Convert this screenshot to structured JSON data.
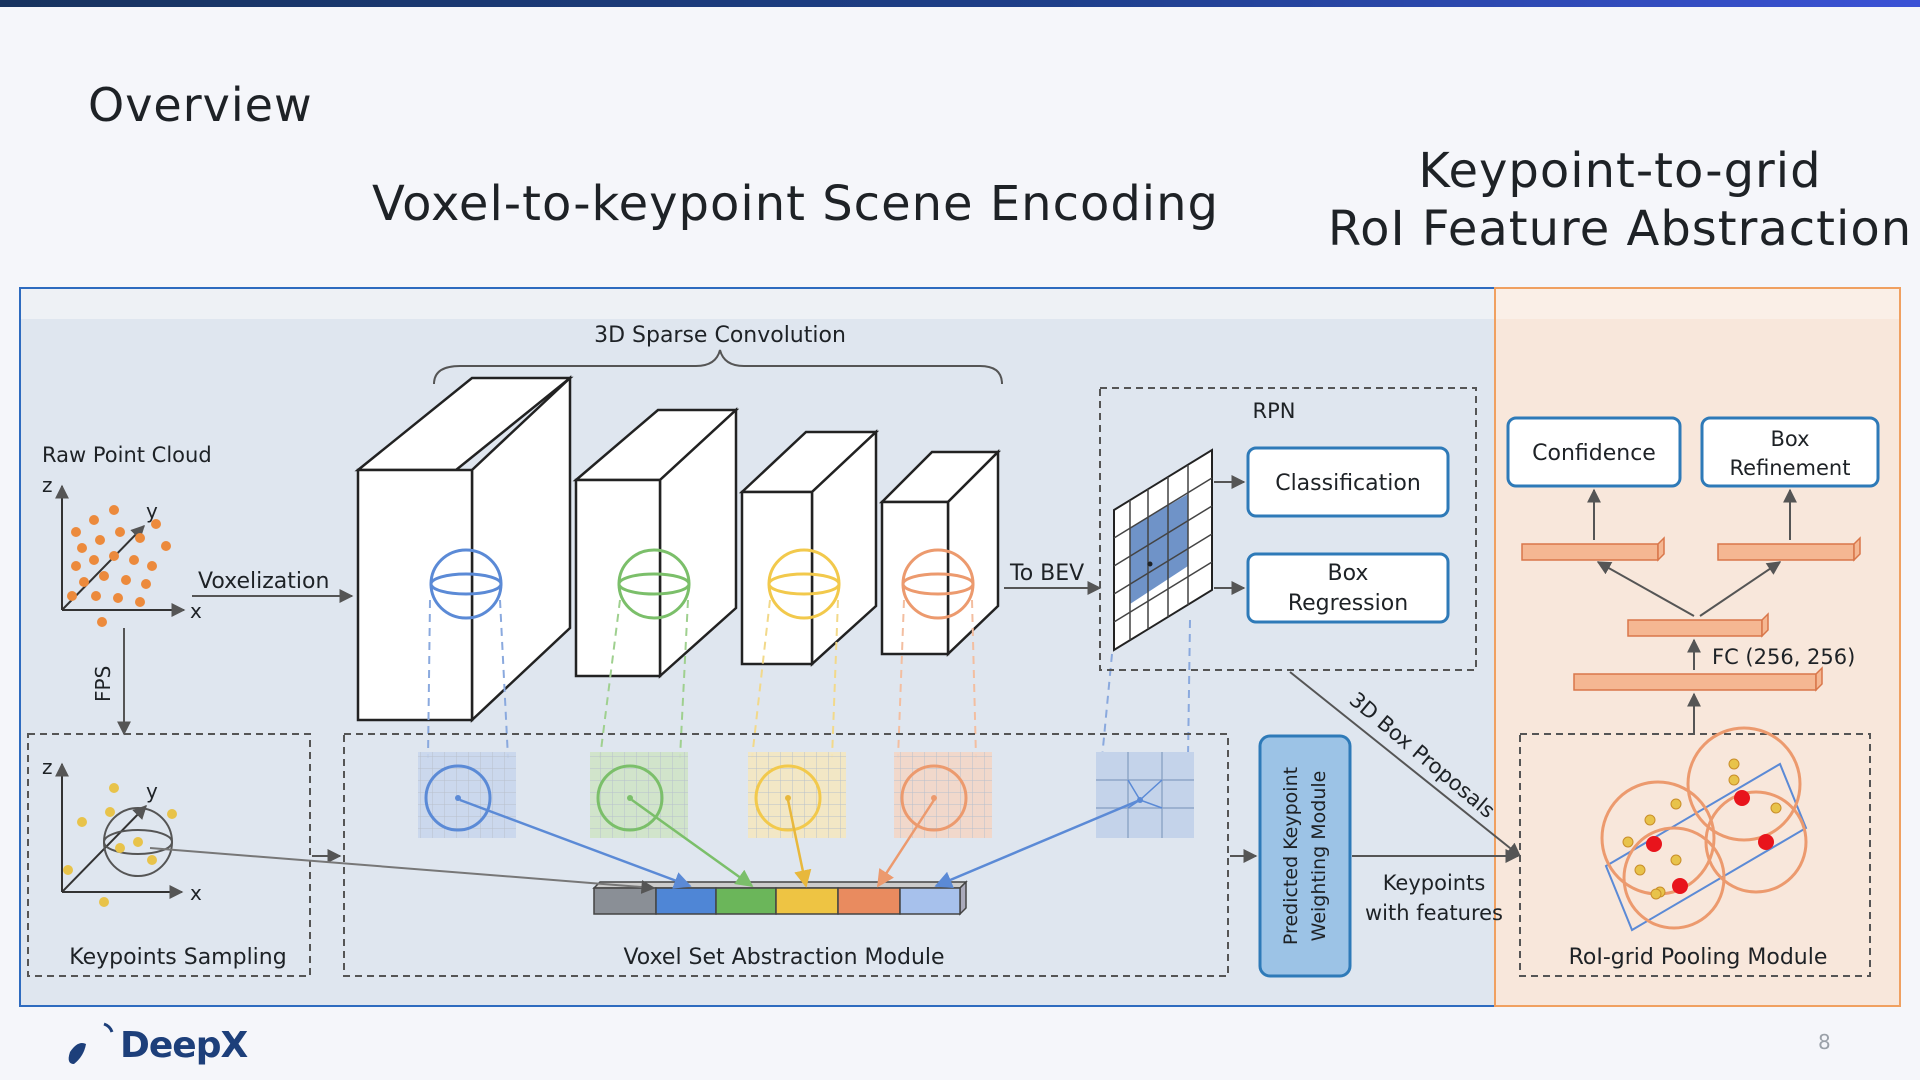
{
  "slide": {
    "title": "Overview",
    "page_number": "8",
    "logo_text": "DeepX"
  },
  "sections": {
    "left_heading": "Voxel-to-keypoint Scene Encoding",
    "right_heading_line1": "Keypoint-to-grid",
    "right_heading_line2": "RoI Feature Abstraction"
  },
  "diagram": {
    "sparse_conv_label": "3D Sparse Convolution",
    "raw_point_cloud_label": "Raw Point Cloud",
    "voxelization_label": "Voxelization",
    "fps_label": "FPS",
    "to_bev_label": "To BEV",
    "rpn_label": "RPN",
    "classification_label": "Classification",
    "box_regression_label_line1": "Box",
    "box_regression_label_line2": "Regression",
    "proposals_label": "3D Box Proposals",
    "keypoints_sampling_label": "Keypoints Sampling",
    "vsa_module_label": "Voxel Set Abstraction Module",
    "pkw_module_line1": "Predicted Keypoint",
    "pkw_module_line2": "Weighting Module",
    "keypoints_with_features_line1": "Keypoints",
    "keypoints_with_features_line2": "with features",
    "confidence_label": "Confidence",
    "box_refinement_line1": "Box",
    "box_refinement_line2": "Refinement",
    "fc_label": "FC (256, 256)",
    "roi_pooling_label": "RoI-grid Pooling Module",
    "axis_x": "x",
    "axis_y": "y",
    "axis_z": "z"
  },
  "colors": {
    "left_panel_border": "#2e6bbf",
    "left_panel_fill": "#dfe6ef",
    "right_panel_border": "#f0a060",
    "right_panel_fill": "#f8e7db",
    "stage1": "#5b8ad6",
    "stage2": "#7bbf6a",
    "stage3": "#f2c94c",
    "stage4": "#ec9a6e",
    "rpn_box_border": "#2e7ab8",
    "point_orange": "#ec8a3c",
    "point_yellow": "#e8c34a",
    "point_red": "#e8141c",
    "fc_bar": "#f5b792"
  },
  "icons": {
    "logo": "deepx-bird-icon"
  }
}
